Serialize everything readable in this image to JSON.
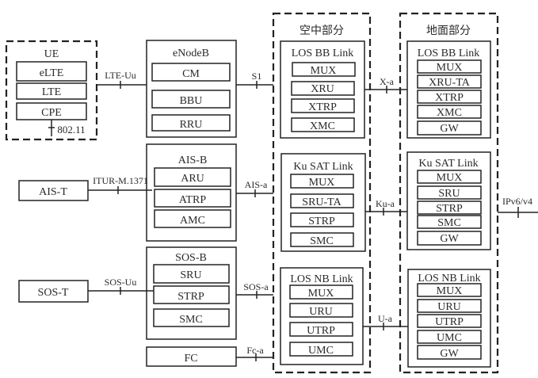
{
  "ue": {
    "title": "UE",
    "items": [
      "eLTE",
      "LTE",
      "CPE"
    ],
    "wifi_label": "802.11"
  },
  "terminals": {
    "ais_t": "AIS-T",
    "sos_t": "SOS-T"
  },
  "base_stations": [
    {
      "title": "eNodeB",
      "items": [
        "CM",
        "BBU",
        "RRU"
      ],
      "in_link": "LTE-Uu",
      "out_link": "S1"
    },
    {
      "title": "AIS-B",
      "items": [
        "ARU",
        "ATRP",
        "AMC"
      ],
      "in_link": "ITUR-M.1371",
      "out_link": "AIS-a"
    },
    {
      "title": "SOS-B",
      "items": [
        "SRU",
        "STRP",
        "SMC"
      ],
      "in_link": "SOS-Uu",
      "out_link": "SOS-a"
    },
    {
      "title": "FC",
      "items": [],
      "out_link": "Fc-a"
    }
  ],
  "air": {
    "title": "空中部分",
    "links": [
      {
        "title": "LOS BB Link",
        "items": [
          "MUX",
          "XRU",
          "XTRP",
          "XMC"
        ]
      },
      {
        "title": "Ku SAT Link",
        "items": [
          "MUX",
          "SRU-TA",
          "STRP",
          "SMC"
        ]
      },
      {
        "title": "LOS NB Link",
        "items": [
          "MUX",
          "URU",
          "UTRP",
          "UMC"
        ]
      }
    ]
  },
  "air_ground_links": [
    "X-a",
    "Ku-a",
    "U-a"
  ],
  "ground": {
    "title": "地面部分",
    "links": [
      {
        "title": "LOS BB Link",
        "items": [
          "MUX",
          "XRU-TA",
          "XTRP",
          "XMC",
          "GW"
        ]
      },
      {
        "title": "Ku SAT Link",
        "items": [
          "MUX",
          "SRU",
          "STRP",
          "SMC",
          "GW"
        ]
      },
      {
        "title": "LOS NB Link",
        "items": [
          "MUX",
          "URU",
          "UTRP",
          "UMC",
          "GW"
        ]
      }
    ]
  },
  "external_link": "IPv6/v4"
}
